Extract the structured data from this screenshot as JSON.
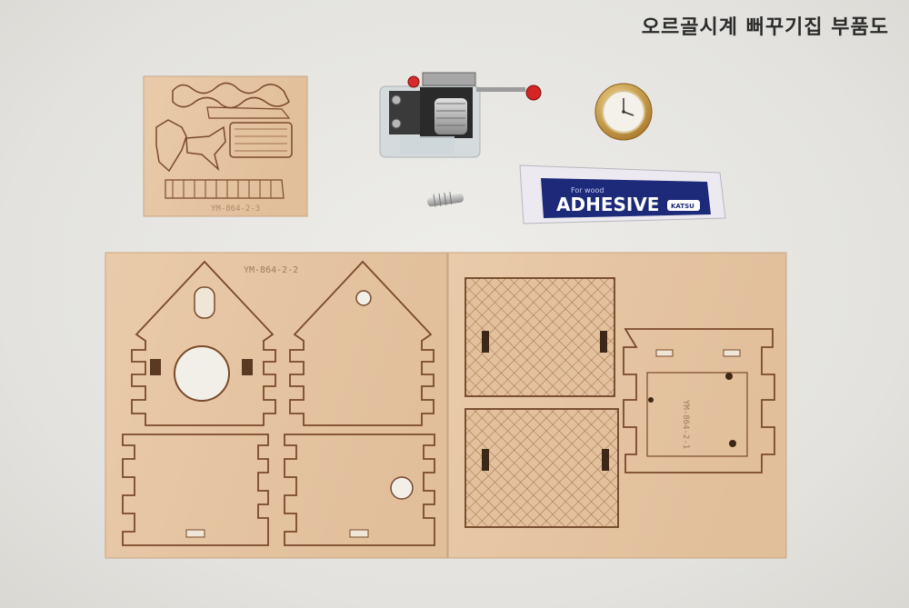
{
  "photo": {
    "title": "오르골시계 뻐꾸기집 부품도",
    "sheet_code_small": "YM-864-2-3",
    "sheet_code_large": "YM-864-2-2",
    "sheet_code_frame": "YM-864-2-1",
    "glue_label": "ADHESIVE",
    "glue_sublabel": "For wood",
    "glue_brand": "KATSU"
  },
  "colors": {
    "background": "#e6e5e1",
    "wood": "#e7c7a6",
    "cut_line": "#7a4a2a",
    "clock_gold": "#c99a3a"
  }
}
